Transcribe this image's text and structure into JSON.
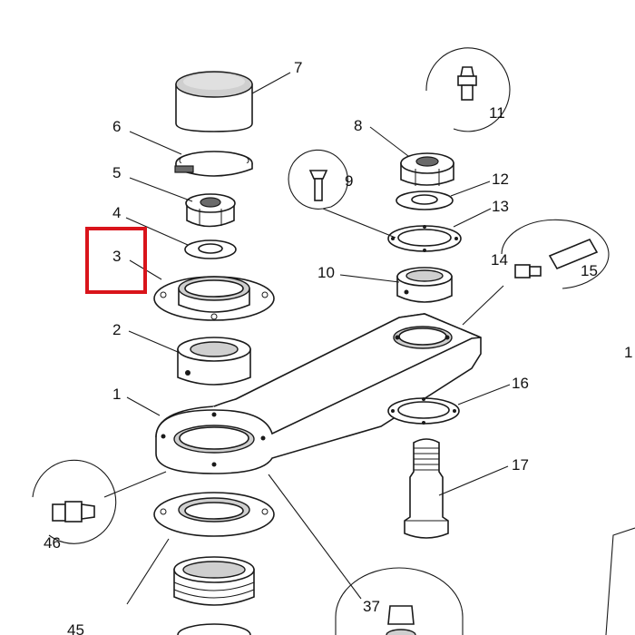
{
  "diagram": {
    "highlight_color": "#d9141b",
    "highlighted_part": "3",
    "labels": {
      "p1": "1",
      "p2": "2",
      "p3": "3",
      "p4": "4",
      "p5": "5",
      "p6": "6",
      "p7": "7",
      "p8": "8",
      "p9": "9",
      "p10": "10",
      "p11": "11",
      "p12": "12",
      "p13": "13",
      "p14": "14",
      "p15": "15",
      "p16": "16",
      "p17": "17",
      "p37": "37",
      "p45": "45",
      "p46": "46",
      "edge": "1"
    }
  }
}
